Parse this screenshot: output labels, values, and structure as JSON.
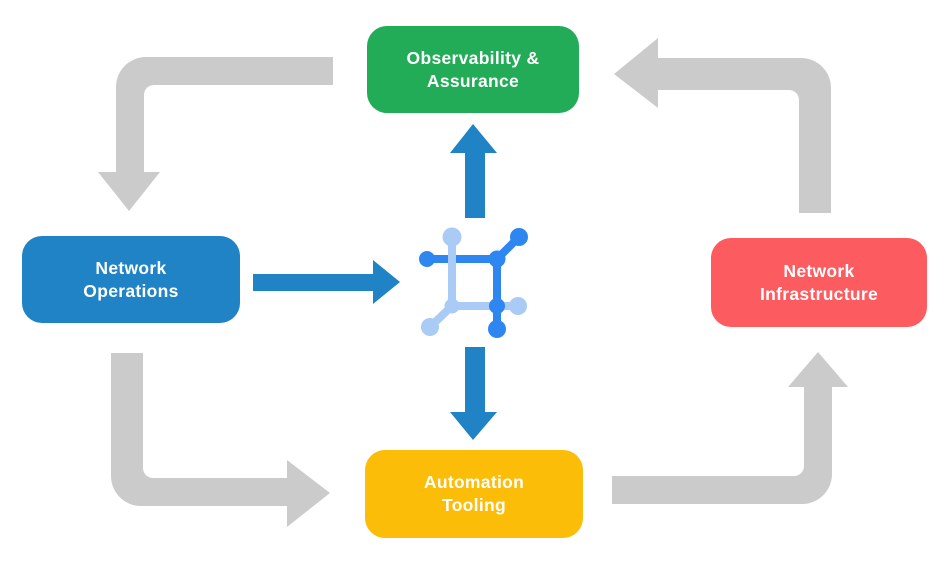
{
  "colors": {
    "bg": "#ffffff",
    "green": "#22ac58",
    "blue": "#1f83c5",
    "red": "#fc5b5f",
    "yellow": "#fbbd08",
    "gray": "#cbcbcb",
    "iconDark": "#2e86f0",
    "iconLight": "#a9cbf6",
    "nodeText": "#ffffff"
  },
  "nodes": {
    "observability": {
      "line1": "Observability &",
      "line2": "Assurance"
    },
    "operations": {
      "line1": "Network",
      "line2": "Operations"
    },
    "infrastructure": {
      "line1": "Network",
      "line2": "Infrastructure"
    },
    "automation": {
      "line1": "Automation",
      "line2": "Tooling"
    }
  },
  "icons": {
    "center": "network-mesh-icon"
  }
}
